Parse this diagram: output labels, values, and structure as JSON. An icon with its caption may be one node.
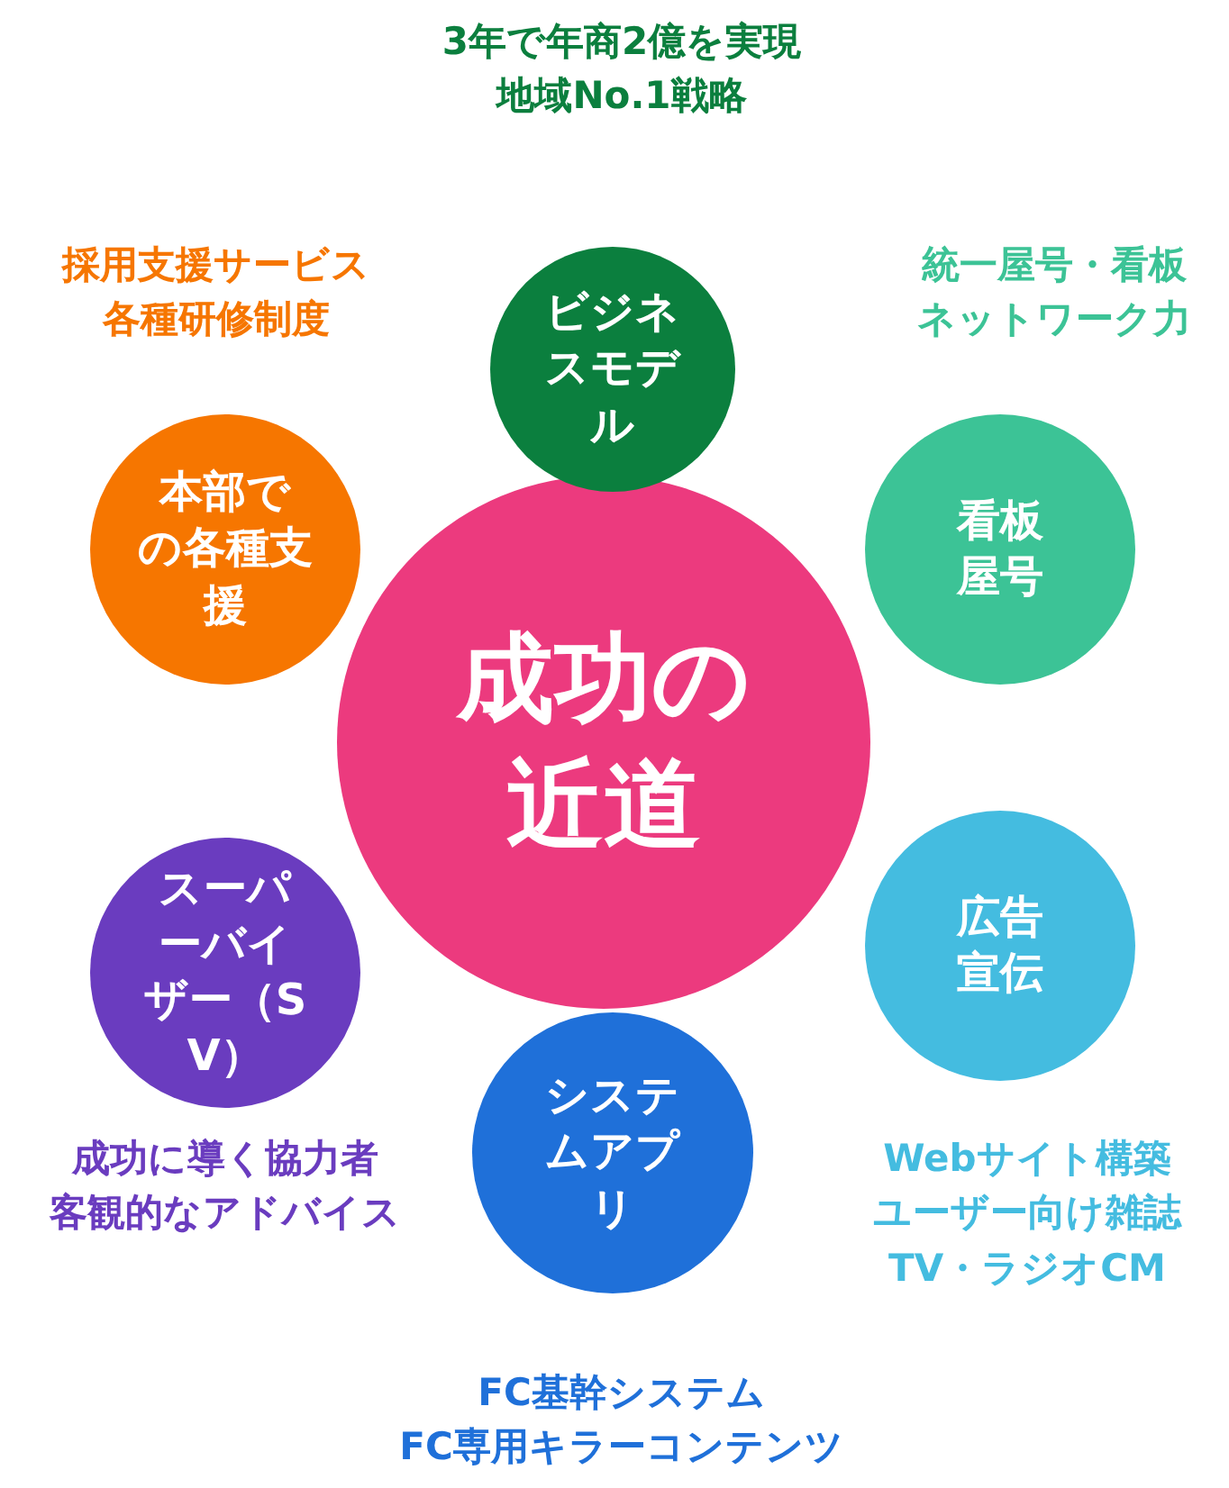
{
  "diagram": {
    "nodes": [
      {
        "text": [
          "ビジネスモデル"
        ],
        "beside": [
          "3年で年商2億を実現",
          "地域No.1戦略"
        ]
      },
      {
        "text": [
          "本部での各種支援"
        ],
        "beside": [
          "採用支援サービス",
          "各種研修制度"
        ]
      },
      {
        "text": [
          "看板屋号"
        ],
        "beside": [
          "統一屋号・看板",
          "ネットワーク力"
        ]
      },
      {
        "text": [
          "成功の近道"
        ]
      },
      {
        "text": [
          "スーパーバイザー（SV）"
        ],
        "beside": [
          "成功に導く協力者",
          "客観的なアドバイス"
        ]
      },
      {
        "text": [
          "広告宣伝"
        ],
        "beside": [
          "Webサイト構築",
          "ユーザー向け雑誌",
          "TV・ラジオCM"
        ]
      },
      {
        "text": [
          "システムアプリ"
        ],
        "beside": [
          "FC基幹システム",
          "FC専用キラーコンテンツ"
        ]
      }
    ],
    "edges": []
  }
}
